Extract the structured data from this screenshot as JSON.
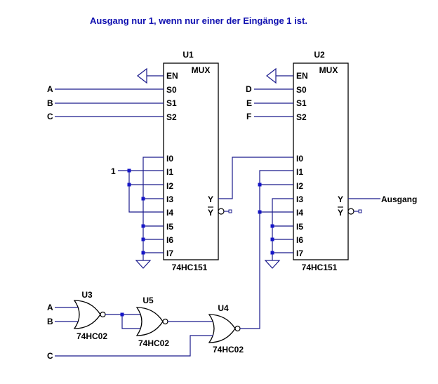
{
  "title": "Ausgang nur 1, wenn nur einer der Eingänge 1 ist.",
  "colors": {
    "title": "#1010b0",
    "wire": "#1a1a8c",
    "junction": "#1515c8",
    "part": "#000000"
  },
  "mux1": {
    "refdes": "U1",
    "function": "MUX",
    "part": "74HC151",
    "pins": {
      "en": "EN",
      "s0": "S0",
      "s1": "S1",
      "s2": "S2",
      "i0": "I0",
      "i1": "I1",
      "i2": "I2",
      "i3": "I3",
      "i4": "I4",
      "i5": "I5",
      "i6": "I6",
      "i7": "I7",
      "y": "Y",
      "ybar": "Y"
    },
    "inputs": {
      "s0": "A",
      "s1": "B",
      "s2": "C",
      "i1": "1"
    }
  },
  "mux2": {
    "refdes": "U2",
    "function": "MUX",
    "part": "74HC151",
    "pins": {
      "en": "EN",
      "s0": "S0",
      "s1": "S1",
      "s2": "S2",
      "i0": "I0",
      "i1": "I1",
      "i2": "I2",
      "i3": "I3",
      "i4": "I4",
      "i5": "I5",
      "i6": "I6",
      "i7": "I7",
      "y": "Y",
      "ybar": "Y"
    },
    "inputs": {
      "s0": "D",
      "s1": "E",
      "s2": "F"
    },
    "output": "Ausgang"
  },
  "gates": {
    "u3": {
      "refdes": "U3",
      "part": "74HC02",
      "inputs": [
        "A",
        "B"
      ]
    },
    "u5": {
      "refdes": "U5",
      "part": "74HC02"
    },
    "u4": {
      "refdes": "U4",
      "part": "74HC02",
      "input_c": "C"
    }
  }
}
